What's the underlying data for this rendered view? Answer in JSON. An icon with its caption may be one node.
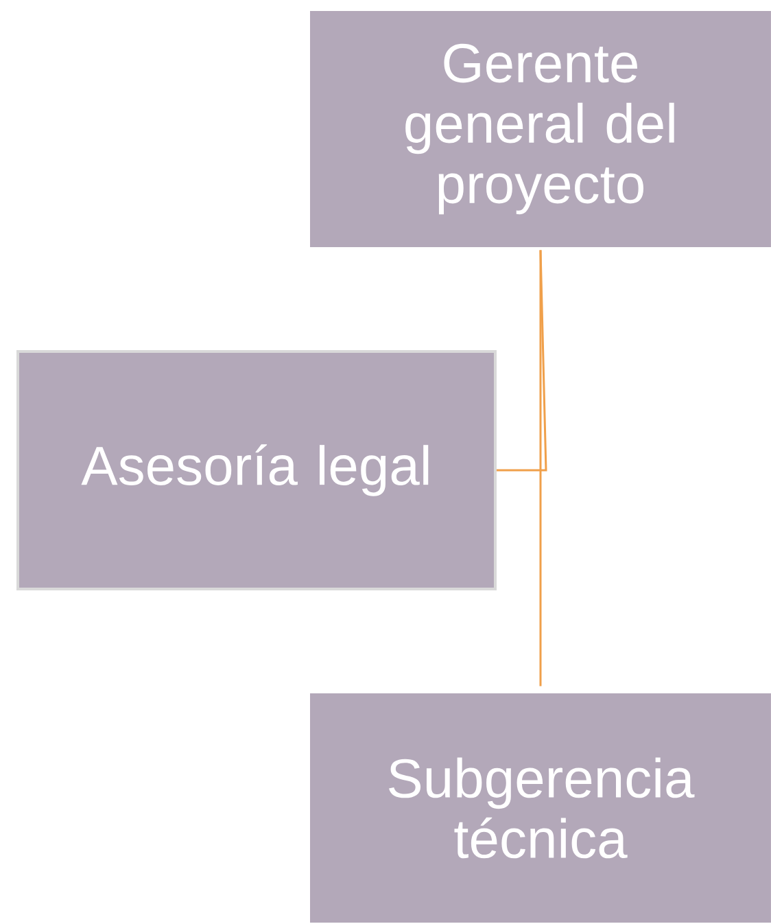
{
  "diagram": {
    "nodes": [
      {
        "text": [
          "Gerente general del proyecto"
        ]
      },
      {
        "text": [
          "Asesoría legal"
        ]
      },
      {
        "text": [
          "Subgerencia técnica"
        ]
      }
    ],
    "edges": [
      {
        "from": 0,
        "to": 2,
        "arrow": "none"
      },
      {
        "from": 1,
        "to": 0,
        "arrow": "none"
      }
    ]
  }
}
